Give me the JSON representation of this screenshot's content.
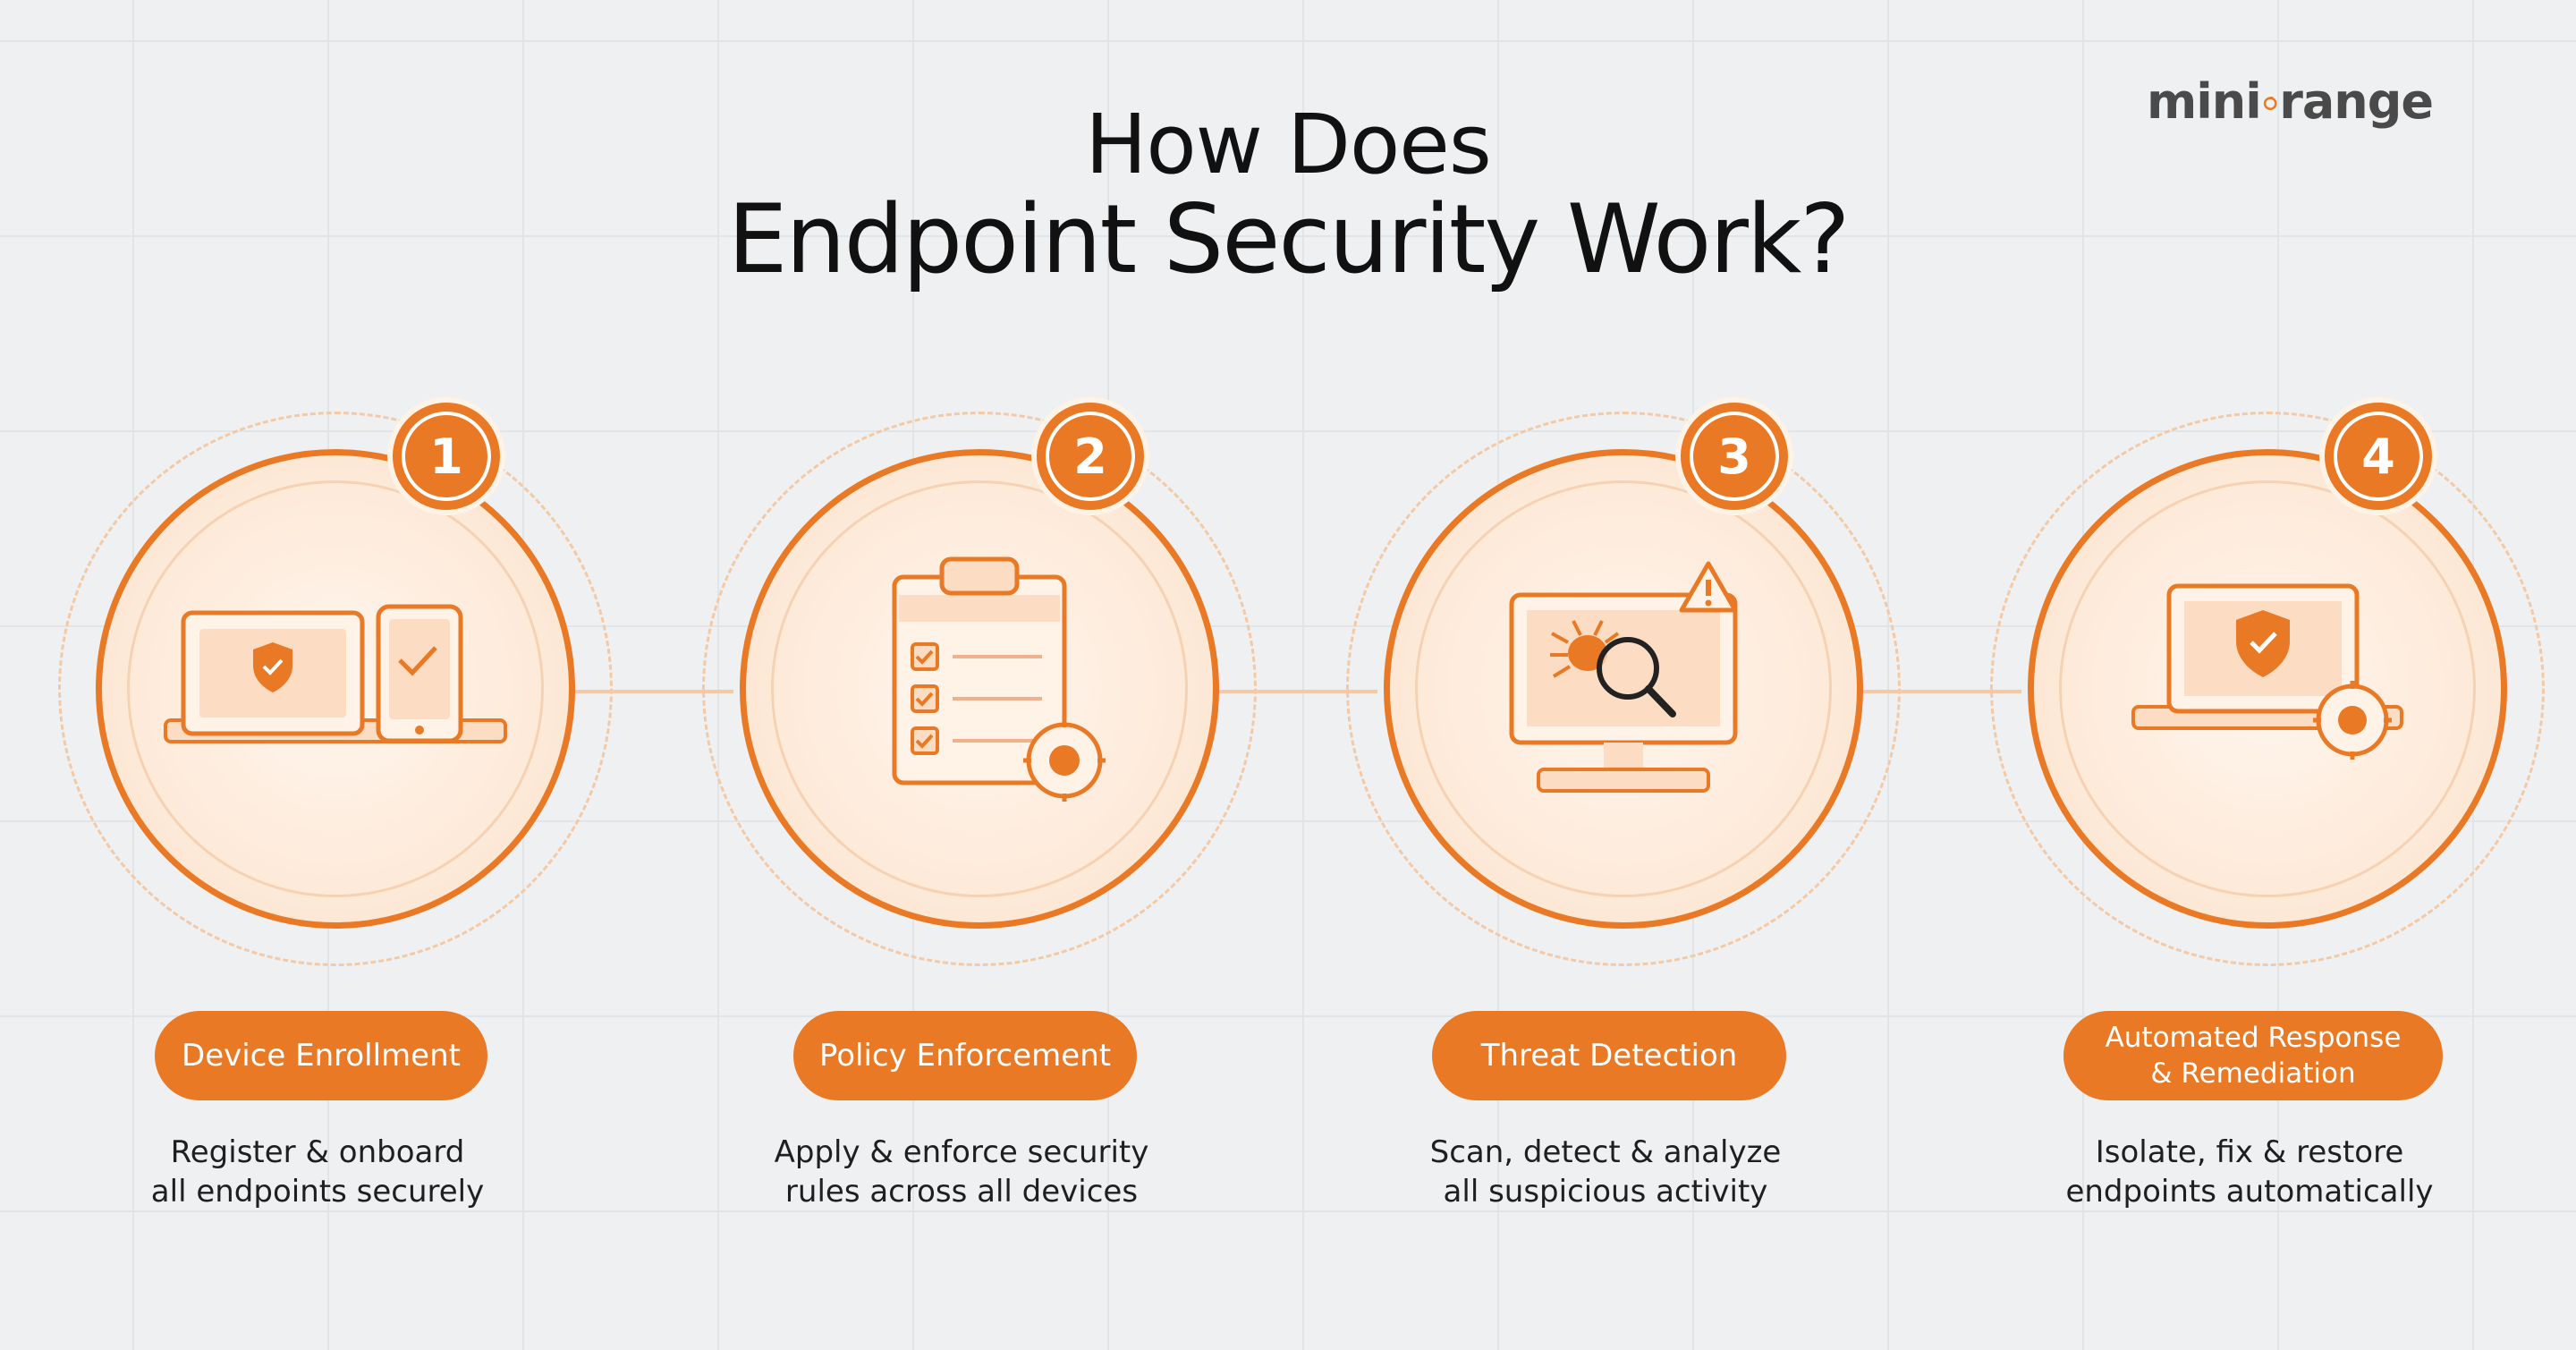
{
  "title": {
    "line1": "How Does",
    "line2": "Endpoint Security Work?"
  },
  "logo": {
    "text_before": "mini",
    "text_after": "range"
  },
  "colors": {
    "accent": "#e97925",
    "accent_light": "#fde8d6",
    "text": "#111111"
  },
  "steps": [
    {
      "number": "1",
      "icon": "laptop-phone-shield-icon",
      "pill_lines": [
        "Device Enrollment"
      ],
      "desc_lines": [
        "Register & onboard",
        "all endpoints securely"
      ]
    },
    {
      "number": "2",
      "icon": "clipboard-checklist-gear-icon",
      "pill_lines": [
        "Policy Enforcement"
      ],
      "desc_lines": [
        "Apply & enforce security",
        "rules across all devices"
      ]
    },
    {
      "number": "3",
      "icon": "monitor-bug-magnifier-alert-icon",
      "pill_lines": [
        "Threat Detection"
      ],
      "desc_lines": [
        "Scan, detect & analyze",
        "all suspicious activity"
      ]
    },
    {
      "number": "4",
      "icon": "laptop-shield-gear-icon",
      "pill_lines": [
        "Automated Response",
        "& Remediation"
      ],
      "desc_lines": [
        "Isolate, fix & restore",
        "endpoints automatically"
      ]
    }
  ]
}
